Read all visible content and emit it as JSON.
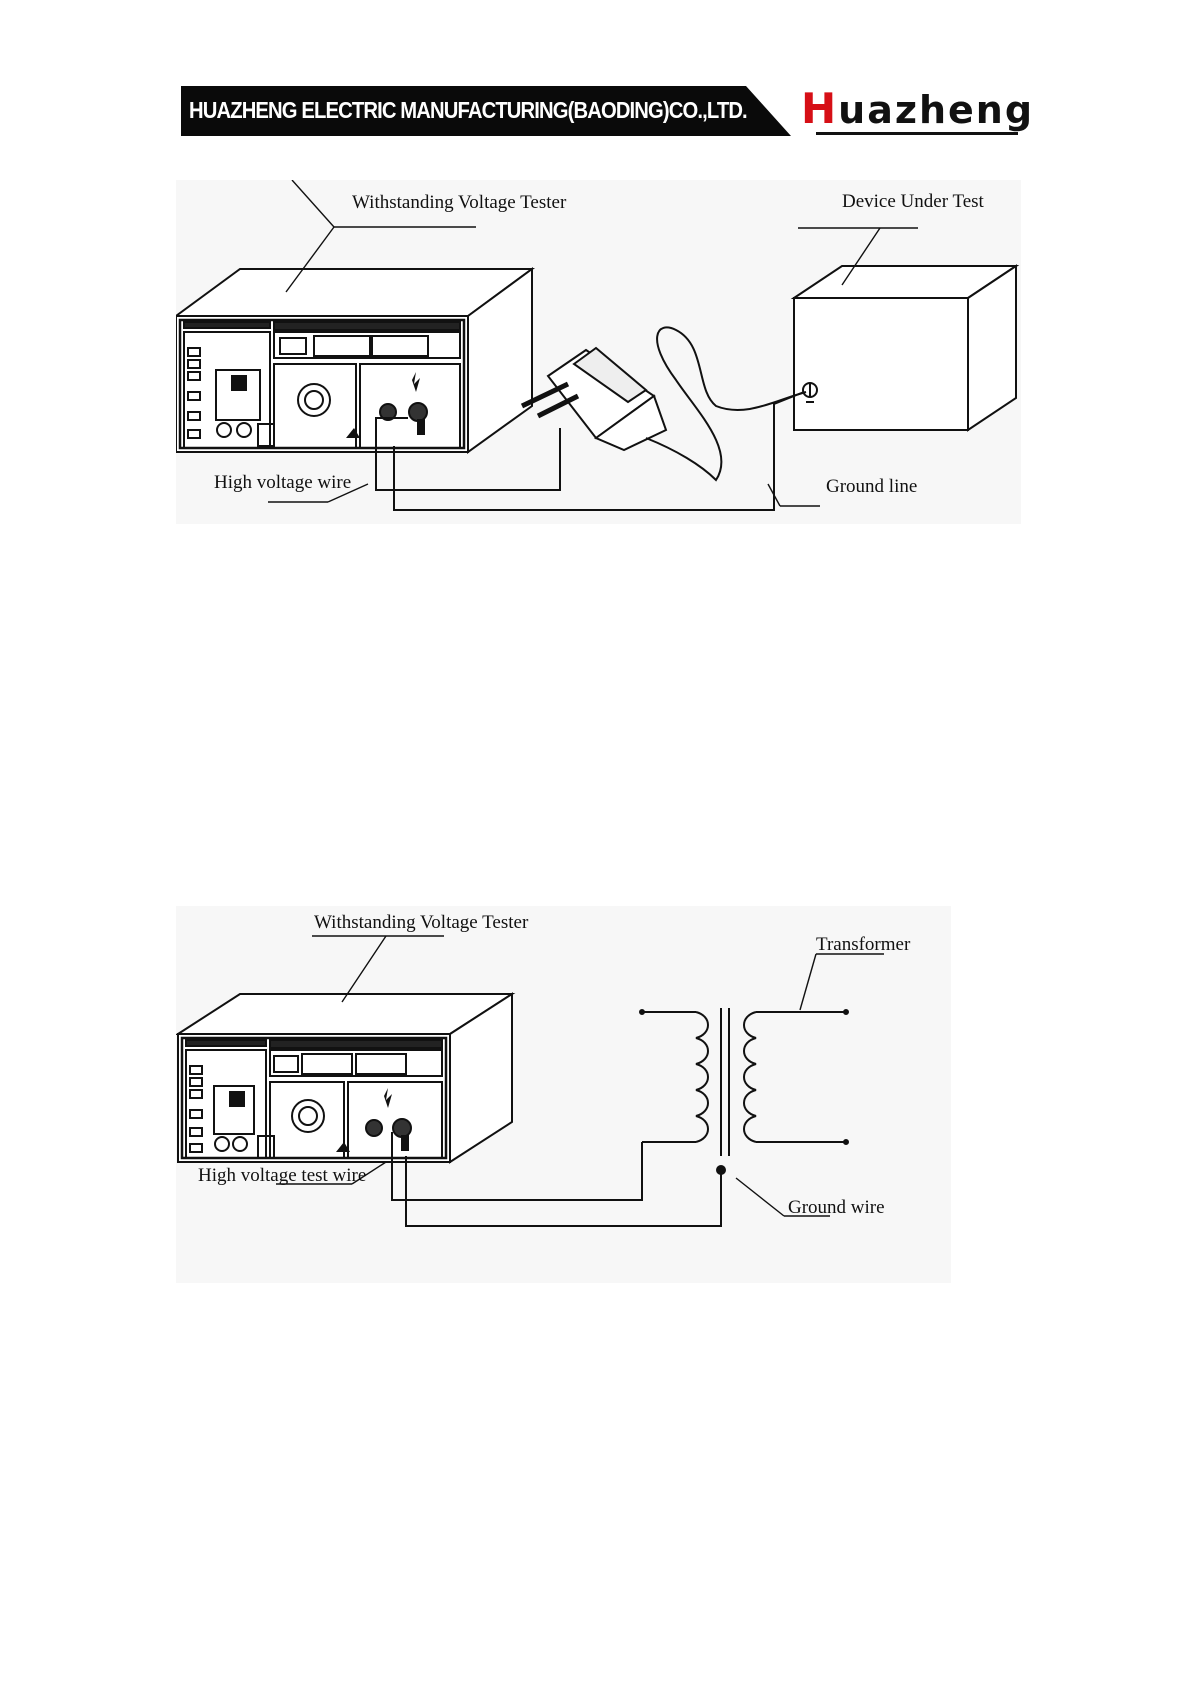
{
  "header": {
    "company_name": "HUAZHENG ELECTRIC MANUFACTURING(BAODING)CO.,LTD.",
    "brand_first": "H",
    "brand_rest": "uazheng",
    "brand_color": "#d60f16",
    "banner_color": "#0a0a0a"
  },
  "diagram1": {
    "tester_label": "Withstanding Voltage Tester",
    "dut_label": "Device Under Test",
    "hv_label": "High voltage wire",
    "ground_label": "Ground line"
  },
  "diagram2": {
    "tester_label": "Withstanding Voltage Tester",
    "transformer_label": "Transformer",
    "hv_label": "High voltage test wire",
    "ground_label": "Ground wire"
  }
}
